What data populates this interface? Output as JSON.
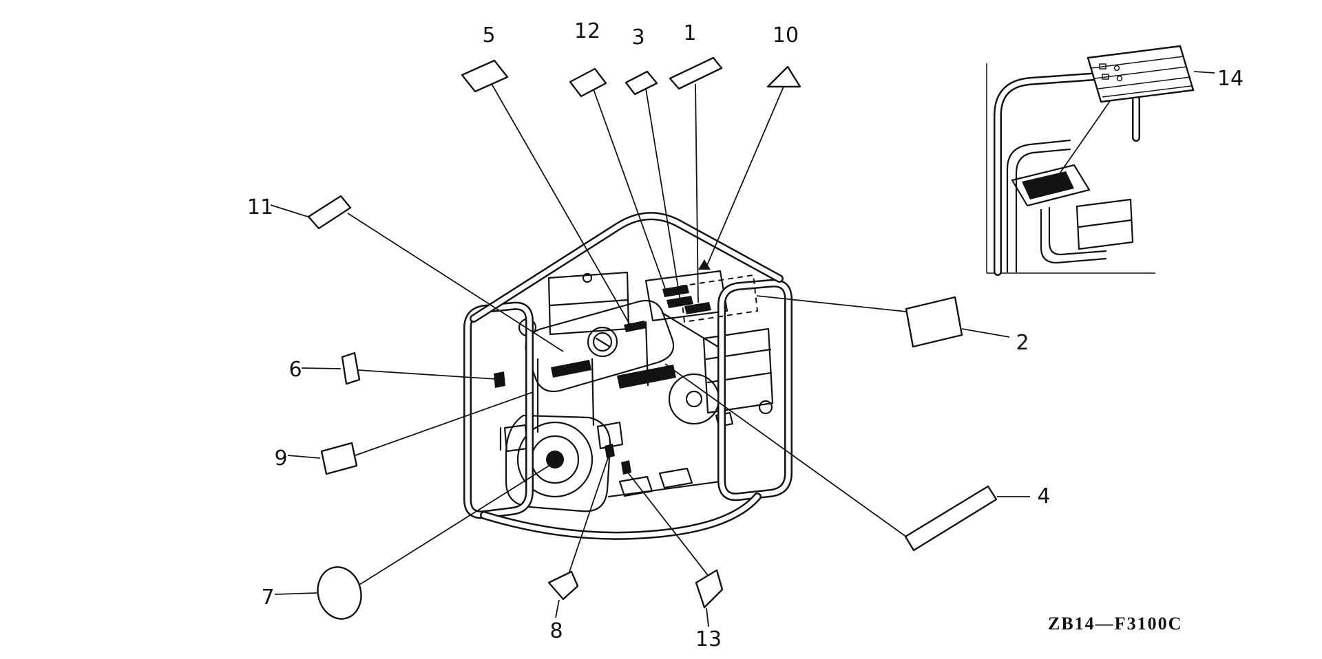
{
  "diagram": {
    "part_code": "ZB14—F3100C",
    "callouts": [
      {
        "number": "1"
      },
      {
        "number": "2"
      },
      {
        "number": "3"
      },
      {
        "number": "4"
      },
      {
        "number": "5"
      },
      {
        "number": "6"
      },
      {
        "number": "7"
      },
      {
        "number": "8"
      },
      {
        "number": "9"
      },
      {
        "number": "10"
      },
      {
        "number": "11"
      },
      {
        "number": "12"
      },
      {
        "number": "13"
      },
      {
        "number": "14"
      }
    ]
  }
}
